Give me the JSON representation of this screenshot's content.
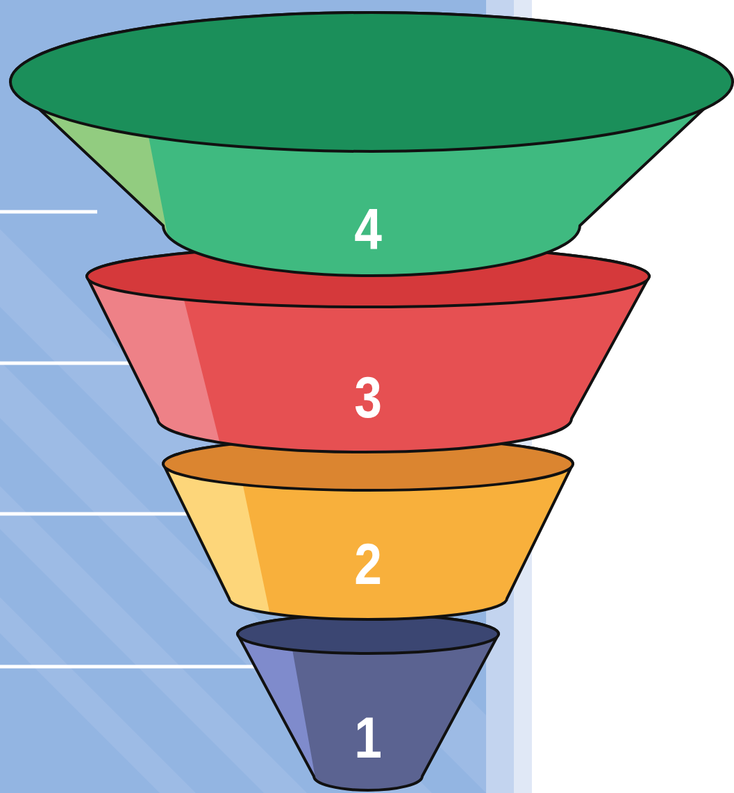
{
  "diagram": {
    "nodes": [
      {
        "text": [
          "4"
        ]
      },
      {
        "text": [
          "3"
        ]
      },
      {
        "text": [
          "2"
        ]
      },
      {
        "text": [
          "1"
        ]
      }
    ]
  }
}
